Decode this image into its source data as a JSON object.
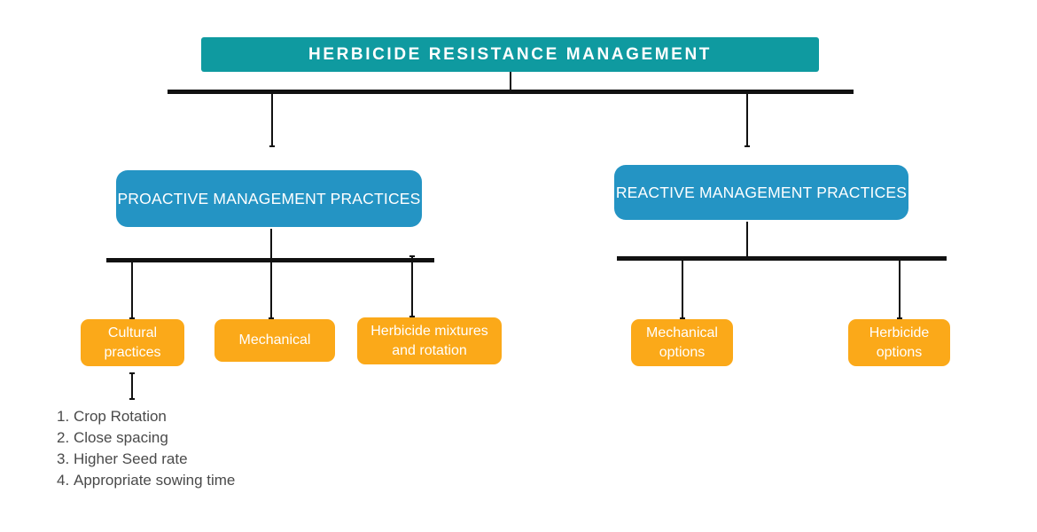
{
  "diagram": {
    "title_box": {
      "label": "Herbicide Resistance Management",
      "color": "#0f9aa0"
    },
    "branches": [
      {
        "label": "PROACTIVE MANAGEMENT PRACTICES",
        "color": "#2494c4",
        "children": [
          {
            "line1": "Cultural",
            "line2": "practices",
            "color": "#fba919"
          },
          {
            "line1": "Mechanical",
            "line2": "",
            "color": "#fba919"
          },
          {
            "line1": "Herbicide mixtures",
            "line2": "and rotation",
            "color": "#fba919"
          }
        ]
      },
      {
        "label": "REACTIVE MANAGEMENT PRACTICES",
        "color": "#2494c4",
        "children": [
          {
            "line1": "Mechanical",
            "line2": "options",
            "color": "#fba919"
          },
          {
            "line1": "Herbicide",
            "line2": "options",
            "color": "#fba919"
          }
        ]
      }
    ],
    "cultural_practices_list": [
      {
        "num": "1.",
        "text": "Crop Rotation"
      },
      {
        "num": "2.",
        "text": "Close spacing"
      },
      {
        "num": "3.",
        "text": "Higher Seed rate"
      },
      {
        "num": "4.",
        "text": "Appropriate sowing time"
      }
    ],
    "line_color": "#111111",
    "list_text_color": "#4a4a4a",
    "background_color": "#ffffff"
  }
}
